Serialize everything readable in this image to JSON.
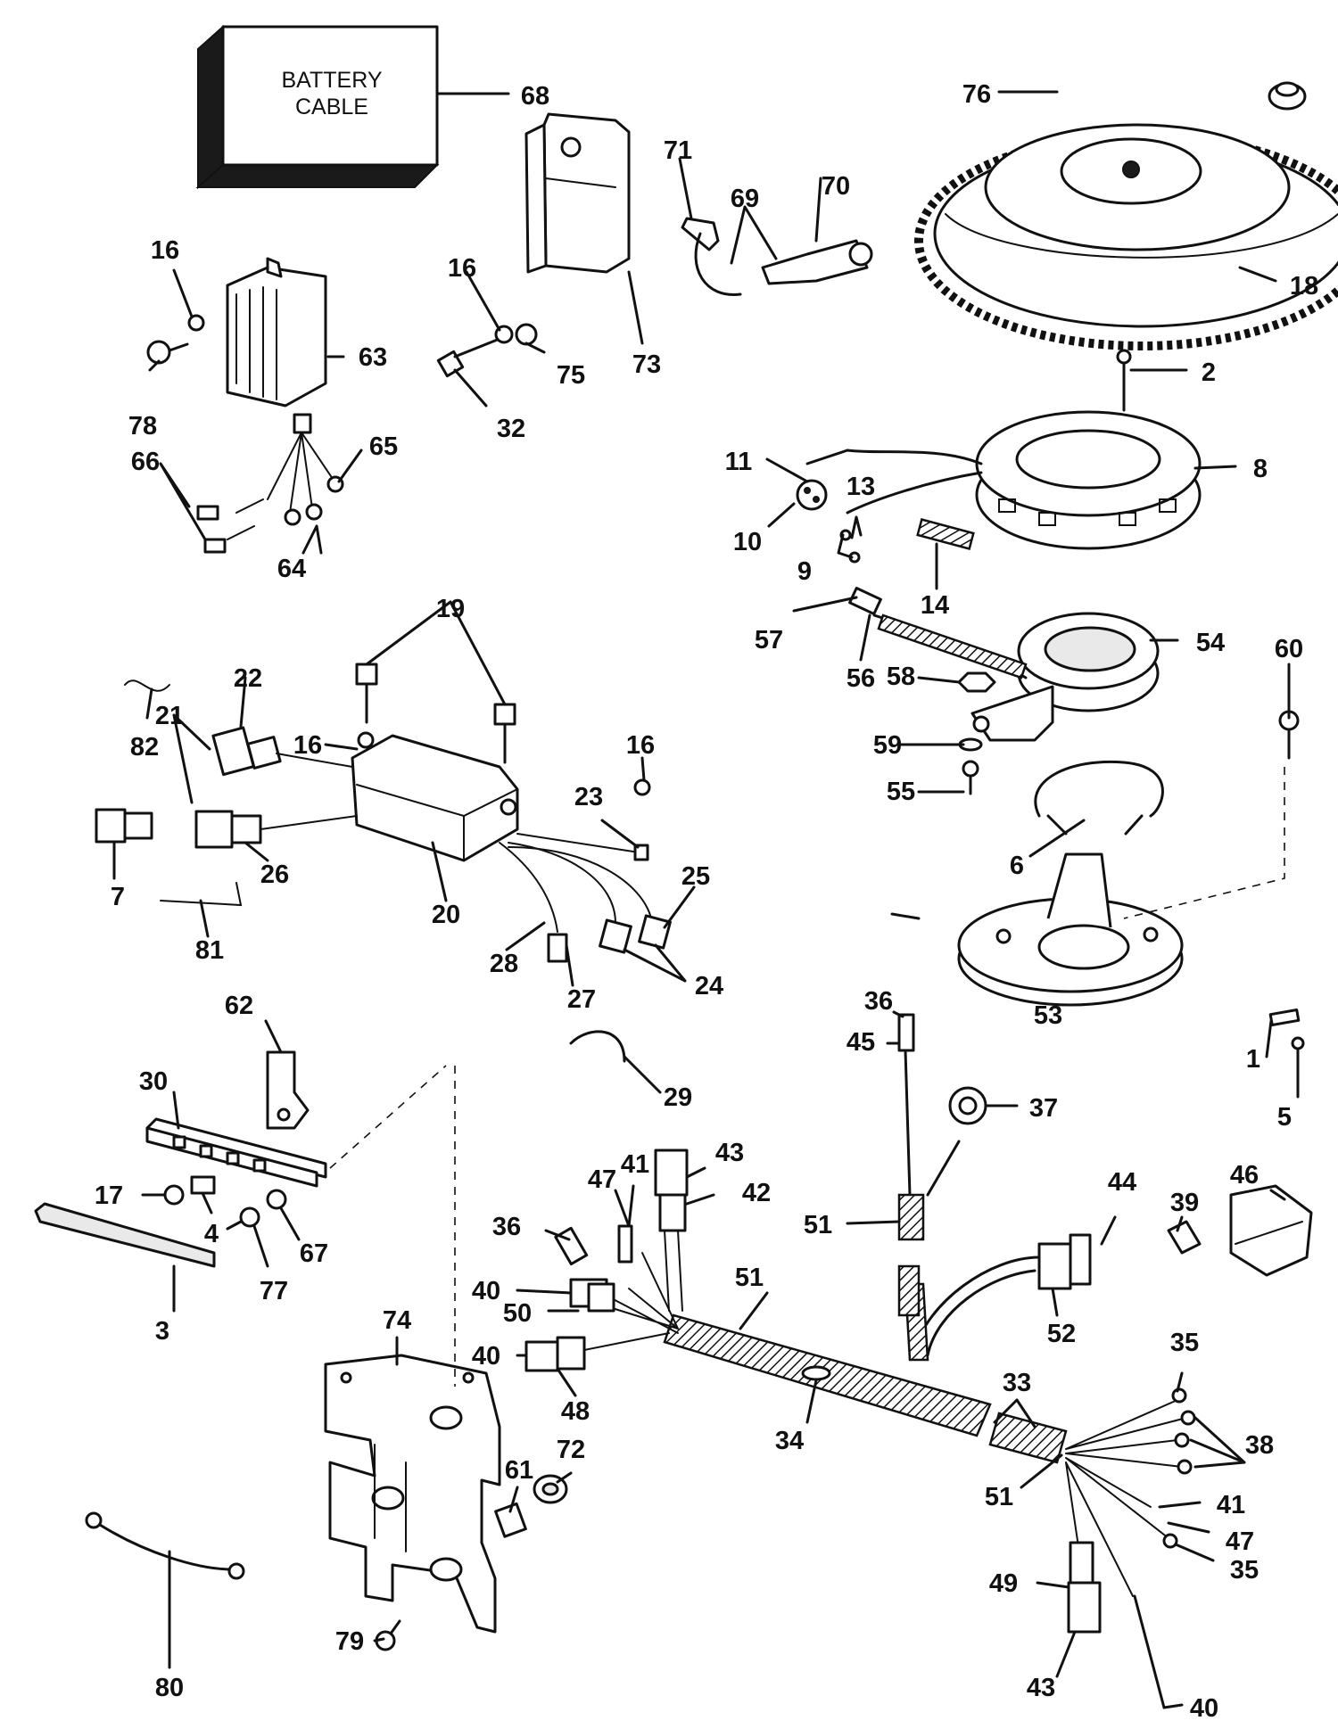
{
  "box_label": {
    "line1": "BATTERY",
    "line2": "CABLE"
  },
  "callouts": [
    {
      "id": "c68",
      "text": "68"
    },
    {
      "id": "c76",
      "text": "76"
    },
    {
      "id": "c71",
      "text": "71"
    },
    {
      "id": "c70",
      "text": "70"
    },
    {
      "id": "c69",
      "text": "69"
    },
    {
      "id": "c18",
      "text": "18"
    },
    {
      "id": "c16a",
      "text": "16"
    },
    {
      "id": "c63",
      "text": "63"
    },
    {
      "id": "c78",
      "text": "78"
    },
    {
      "id": "c16b",
      "text": "16"
    },
    {
      "id": "c75",
      "text": "75"
    },
    {
      "id": "c73",
      "text": "73"
    },
    {
      "id": "c32",
      "text": "32"
    },
    {
      "id": "c2",
      "text": "2"
    },
    {
      "id": "c66",
      "text": "66"
    },
    {
      "id": "c65",
      "text": "65"
    },
    {
      "id": "c64",
      "text": "64"
    },
    {
      "id": "c11",
      "text": "11"
    },
    {
      "id": "c13",
      "text": "13"
    },
    {
      "id": "c8",
      "text": "8"
    },
    {
      "id": "c10",
      "text": "10"
    },
    {
      "id": "c9",
      "text": "9"
    },
    {
      "id": "c14",
      "text": "14"
    },
    {
      "id": "c19",
      "text": "19"
    },
    {
      "id": "c57",
      "text": "57"
    },
    {
      "id": "c54",
      "text": "54"
    },
    {
      "id": "c60",
      "text": "60"
    },
    {
      "id": "c22",
      "text": "22"
    },
    {
      "id": "c56",
      "text": "56"
    },
    {
      "id": "c58",
      "text": "58"
    },
    {
      "id": "c21",
      "text": "21"
    },
    {
      "id": "c82",
      "text": "82"
    },
    {
      "id": "c16c",
      "text": "16"
    },
    {
      "id": "c16d",
      "text": "16"
    },
    {
      "id": "c59",
      "text": "59"
    },
    {
      "id": "c55",
      "text": "55"
    },
    {
      "id": "c23",
      "text": "23"
    },
    {
      "id": "c7",
      "text": "7"
    },
    {
      "id": "c26",
      "text": "26"
    },
    {
      "id": "c6",
      "text": "6"
    },
    {
      "id": "c25",
      "text": "25"
    },
    {
      "id": "c20",
      "text": "20"
    },
    {
      "id": "c81",
      "text": "81"
    },
    {
      "id": "c28",
      "text": "28"
    },
    {
      "id": "c27",
      "text": "27"
    },
    {
      "id": "c24",
      "text": "24"
    },
    {
      "id": "c53",
      "text": "53"
    },
    {
      "id": "c62",
      "text": "62"
    },
    {
      "id": "c36a",
      "text": "36"
    },
    {
      "id": "c45",
      "text": "45"
    },
    {
      "id": "c29",
      "text": "29"
    },
    {
      "id": "c1",
      "text": "1"
    },
    {
      "id": "c30",
      "text": "30"
    },
    {
      "id": "c5",
      "text": "5"
    },
    {
      "id": "c37",
      "text": "37"
    },
    {
      "id": "c43a",
      "text": "43"
    },
    {
      "id": "c41a",
      "text": "41"
    },
    {
      "id": "c47a",
      "text": "47"
    },
    {
      "id": "c42",
      "text": "42"
    },
    {
      "id": "c44",
      "text": "44"
    },
    {
      "id": "c46",
      "text": "46"
    },
    {
      "id": "c39",
      "text": "39"
    },
    {
      "id": "c17",
      "text": "17"
    },
    {
      "id": "c51a",
      "text": "51"
    },
    {
      "id": "c4",
      "text": "4"
    },
    {
      "id": "c67",
      "text": "67"
    },
    {
      "id": "c36b",
      "text": "36"
    },
    {
      "id": "c77",
      "text": "77"
    },
    {
      "id": "c3",
      "text": "3"
    },
    {
      "id": "c40a",
      "text": "40"
    },
    {
      "id": "c51b",
      "text": "51"
    },
    {
      "id": "c50",
      "text": "50"
    },
    {
      "id": "c52",
      "text": "52"
    },
    {
      "id": "c74",
      "text": "74"
    },
    {
      "id": "c35a",
      "text": "35"
    },
    {
      "id": "c40b",
      "text": "40"
    },
    {
      "id": "c33",
      "text": "33"
    },
    {
      "id": "c48",
      "text": "48"
    },
    {
      "id": "c34",
      "text": "34"
    },
    {
      "id": "c61",
      "text": "61"
    },
    {
      "id": "c72",
      "text": "72"
    },
    {
      "id": "c38",
      "text": "38"
    },
    {
      "id": "c51c",
      "text": "51"
    },
    {
      "id": "c41b",
      "text": "41"
    },
    {
      "id": "c47b",
      "text": "47"
    },
    {
      "id": "c35b",
      "text": "35"
    },
    {
      "id": "c49",
      "text": "49"
    },
    {
      "id": "c79",
      "text": "79"
    },
    {
      "id": "c80",
      "text": "80"
    },
    {
      "id": "c43b",
      "text": "43"
    },
    {
      "id": "c40c",
      "text": "40"
    }
  ]
}
